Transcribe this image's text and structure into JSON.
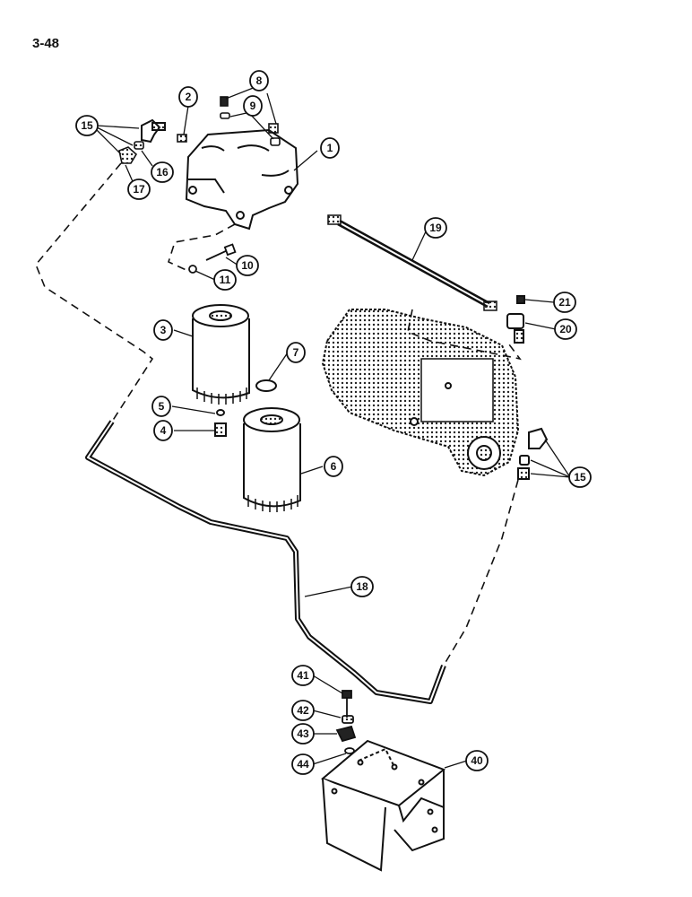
{
  "page": {
    "number": "3-48"
  },
  "callouts": [
    {
      "id": "c1",
      "label": "1"
    },
    {
      "id": "c2",
      "label": "2"
    },
    {
      "id": "c3",
      "label": "3"
    },
    {
      "id": "c4",
      "label": "4"
    },
    {
      "id": "c5",
      "label": "5"
    },
    {
      "id": "c6",
      "label": "6"
    },
    {
      "id": "c7",
      "label": "7"
    },
    {
      "id": "c8",
      "label": "8"
    },
    {
      "id": "c9",
      "label": "9"
    },
    {
      "id": "c10",
      "label": "10"
    },
    {
      "id": "c11",
      "label": "11"
    },
    {
      "id": "c15a",
      "label": "15"
    },
    {
      "id": "c15b",
      "label": "15"
    },
    {
      "id": "c16",
      "label": "16"
    },
    {
      "id": "c17",
      "label": "17"
    },
    {
      "id": "c18",
      "label": "18"
    },
    {
      "id": "c19",
      "label": "19"
    },
    {
      "id": "c20",
      "label": "20"
    },
    {
      "id": "c21",
      "label": "21"
    },
    {
      "id": "c40",
      "label": "40"
    },
    {
      "id": "c41",
      "label": "41"
    },
    {
      "id": "c42",
      "label": "42"
    },
    {
      "id": "c43",
      "label": "43"
    },
    {
      "id": "c44",
      "label": "44"
    }
  ]
}
